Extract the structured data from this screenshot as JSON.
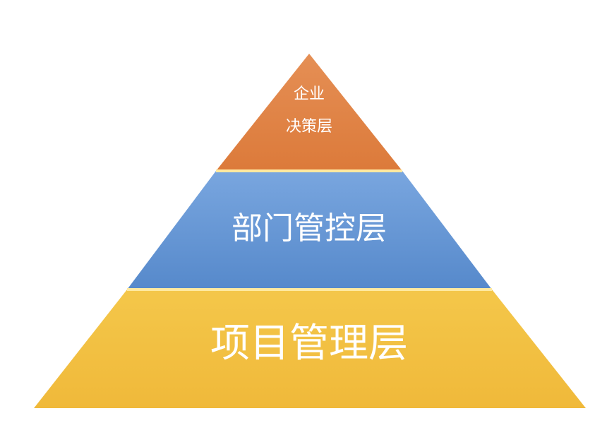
{
  "diagram": {
    "type": "pyramid",
    "tiers": [
      {
        "label_lines": [
          "企业",
          "决策层"
        ],
        "color_top": "#E58F55",
        "color_bottom": "#DC7A3A"
      },
      {
        "label_lines": [
          "部门管控层"
        ],
        "color_top": "#79A6DF",
        "color_bottom": "#5689CB"
      },
      {
        "label_lines": [
          "项目管理层"
        ],
        "color_top": "#F4C74A",
        "color_bottom": "#F0B93A"
      }
    ],
    "separator_color": "#FFE9A0"
  }
}
